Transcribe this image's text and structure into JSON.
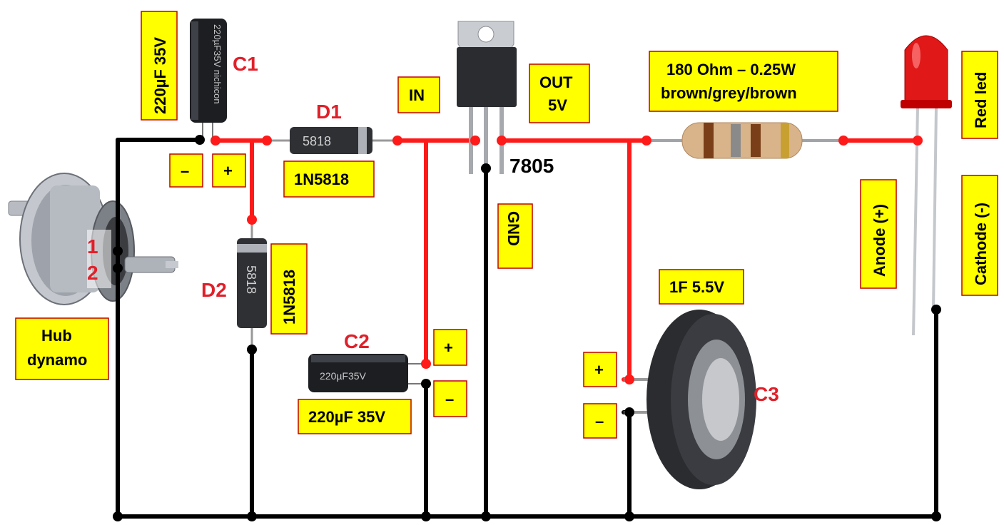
{
  "components": {
    "hub_dynamo": {
      "line1": "Hub",
      "line2": "dynamo",
      "terminal1": "1",
      "terminal2": "2"
    },
    "c1": {
      "name": "C1",
      "value": "220µF 35V",
      "minus": "–",
      "plus": "+",
      "printed": "220µF35V nichicon"
    },
    "d1": {
      "name": "D1",
      "part": "1N5818",
      "printed": "5818"
    },
    "d2": {
      "name": "D2",
      "part": "1N5818",
      "printed": "5818"
    },
    "regulator": {
      "part": "7805",
      "in": "IN",
      "out_line1": "OUT",
      "out_line2": "5V",
      "gnd": "GND"
    },
    "c2": {
      "name": "C2",
      "value": "220µF 35V",
      "plus": "+",
      "minus": "–",
      "printed": "220µF35V"
    },
    "resistor": {
      "line1": "180 Ohm – 0.25W",
      "line2": "brown/grey/brown"
    },
    "c3": {
      "name": "C3",
      "value": "1F 5.5V",
      "plus": "+",
      "minus": "–"
    },
    "led": {
      "name": "Red led",
      "anode": "Anode (+)",
      "cathode": "Cathode (-)"
    }
  },
  "colors": {
    "positive_wire": "#ff1a1a",
    "ground_wire": "#000000",
    "label_fill": "#ffff00",
    "label_border": "#c00000",
    "component_name": "#e0202a"
  }
}
